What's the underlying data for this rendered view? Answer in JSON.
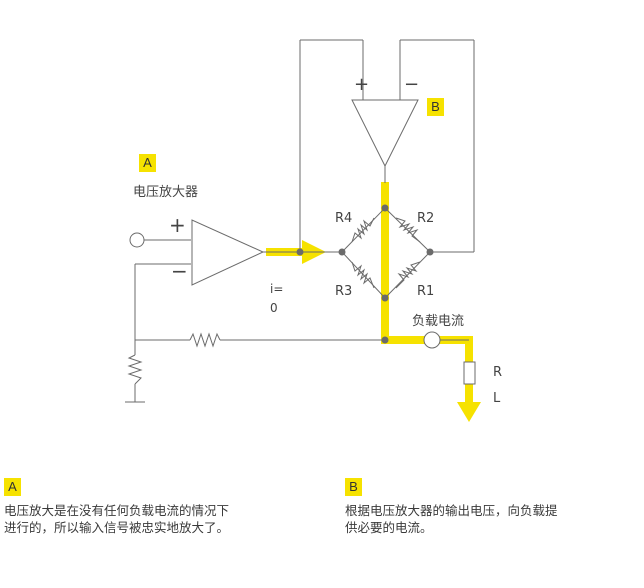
{
  "diagram": {
    "badge_a": "A",
    "badge_b": "B",
    "voltage_amp_label": "电压放大器",
    "plus_sign": "+",
    "minus_sign": "−",
    "opamp_b_plus": "+",
    "opamp_b_minus": "−",
    "resistors": {
      "r1": "R1",
      "r2": "R2",
      "r3": "R3",
      "r4": "R4"
    },
    "current_label_line1": "i=",
    "current_label_line2": "0",
    "load_current_label": "负载电流",
    "load_label_r": "R",
    "load_label_l": "L"
  },
  "notes": {
    "a": {
      "badge": "A",
      "line1": "电压放大是在没有任何负载电流的情况下",
      "line2": "进行的，所以输入信号被忠实地放大了。"
    },
    "b": {
      "badge": "B",
      "line1": "根据电压放大器的输出电压，向负载提",
      "line2": "供必要的电流。"
    }
  },
  "colors": {
    "highlight": "#f6e200",
    "wire": "#666666",
    "node": "#6b6b6b"
  }
}
